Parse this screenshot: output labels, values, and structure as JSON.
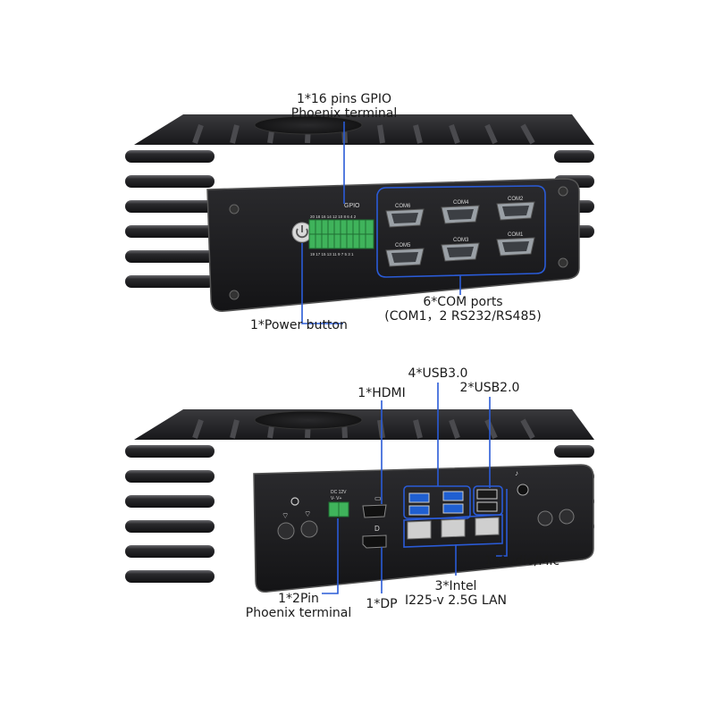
{
  "device": {
    "front": {
      "gpio_label": "GPIO",
      "gpio_top_pins": "20 18 16 14 12 10 8 6 4 2",
      "gpio_bottom_pins": "19 17 15 13 11 9 7 5 3 1",
      "com_labels": [
        "COM6",
        "COM4",
        "COM2",
        "COM5",
        "COM3",
        "COM1"
      ]
    },
    "rear": {
      "dc_label_line1": "DC 12V",
      "dc_label_line2": "V-  V+"
    }
  },
  "callouts": {
    "gpio_line1": "1*16 pins GPIO",
    "gpio_line2": "Phoenix terminal",
    "power": "1*Power button",
    "com_line1": "6*COM ports",
    "com_line2": "(COM1，2  RS232/RS485)",
    "hdmi": "1*HDMI",
    "usb3": "4*USB3.0",
    "usb2": "2*USB2.0",
    "audio": "1*Audio/Mic",
    "dc_line1": "1*2Pin",
    "dc_line2": "Phoenix terminal",
    "dp": "1*DP",
    "lan_line1": "3*Intel",
    "lan_line2": "I225-v 2.5G LAN"
  },
  "colors": {
    "callout_line": "#2a5bd7",
    "chassis": "#1c1c1e",
    "gpio_terminal": "#3fb35b"
  }
}
